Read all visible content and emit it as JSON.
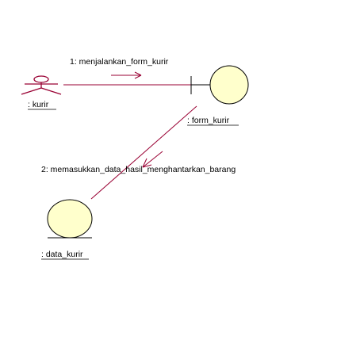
{
  "colors": {
    "line": "#990033",
    "object_fill": "#ffffcc",
    "outline": "#000000",
    "text": "#000000"
  },
  "objects": {
    "actor": {
      "icon": "actor-icon",
      "name": ": kurir"
    },
    "boundary": {
      "icon": "boundary-icon",
      "name": ": form_kurir"
    },
    "entity": {
      "icon": "entity-icon",
      "name": ": data_kurir"
    }
  },
  "messages": [
    {
      "label": "1: menjalankan_form_kurir"
    },
    {
      "label": "2: memasukkan_data_hasil_menghantarkan_barang"
    }
  ]
}
